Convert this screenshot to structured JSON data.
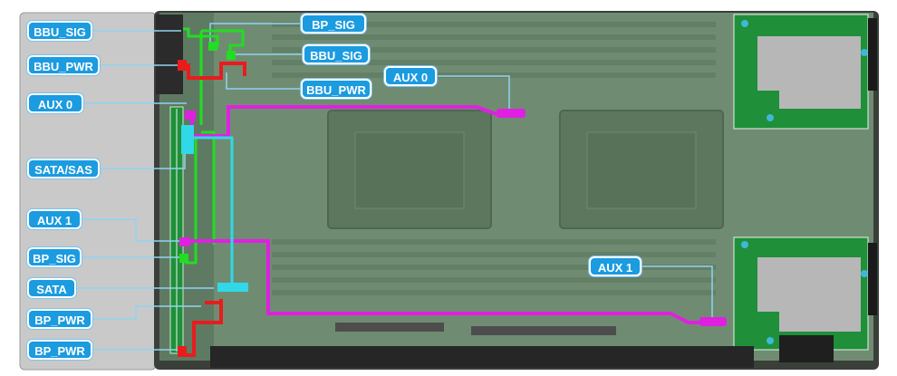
{
  "labels": {
    "bbu_sig_left": "BBU_SIG",
    "bbu_pwr_left": "BBU_PWR",
    "aux0_left": "AUX 0",
    "sata_sas": "SATA/SAS",
    "aux1_left": "AUX 1",
    "bp_sig_left": "BP_SIG",
    "sata": "SATA",
    "bp_pwr_upper": "BP_PWR",
    "bp_pwr_lower": "BP_PWR",
    "bp_sig_top": "BP_SIG",
    "bbu_sig_right": "BBU_SIG",
    "bbu_pwr_right": "BBU_PWR",
    "aux0_board": "AUX 0",
    "aux1_board": "AUX 1"
  },
  "colors": {
    "label_bg": "#1b9be0",
    "leader": "#8fd3f4",
    "cable_green": "#22dd22",
    "cable_red": "#e81c1c",
    "cable_magenta": "#e020e0",
    "cable_cyan": "#30d8e8",
    "board": "#6f8c72",
    "board_frame": "#2a2a2a",
    "riser_green": "#1f8f3a",
    "backplane_gray": "#c9c9c9"
  }
}
